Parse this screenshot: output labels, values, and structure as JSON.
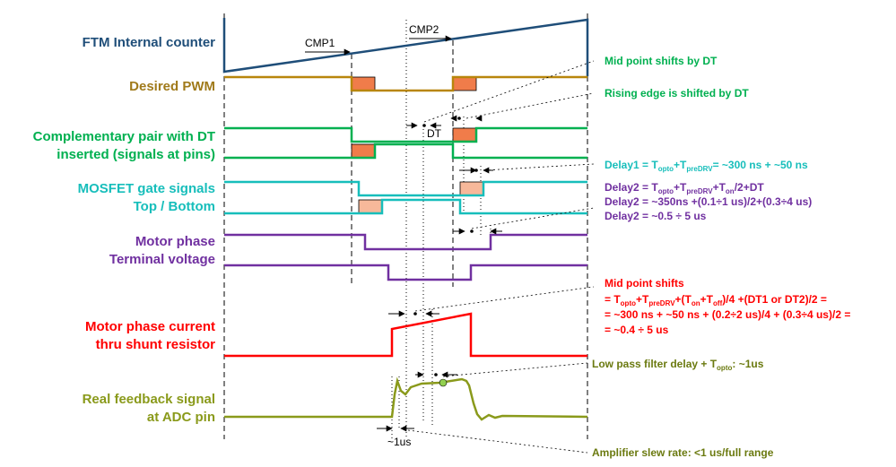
{
  "signals": [
    {
      "lines": [
        "FTM Internal counter"
      ],
      "color": "#1f4e79"
    },
    {
      "lines": [
        "Desired PWM"
      ],
      "color": "#a07a1a"
    },
    {
      "lines": [
        "Complementary pair with DT",
        "inserted (signals at pins)"
      ],
      "color": "#00b050"
    },
    {
      "lines": [
        "MOSFET gate signals",
        "Top / Bottom"
      ],
      "color": "#17bebb"
    },
    {
      "lines": [
        "Motor phase",
        "Terminal voltage"
      ],
      "color": "#7030a0"
    },
    {
      "lines": [
        "Motor phase current",
        "thru shunt resistor"
      ],
      "color": "#ff0000"
    },
    {
      "lines": [
        "Real feedback signal",
        "at ADC pin"
      ],
      "color": "#8a9a1b"
    }
  ],
  "markers": {
    "cmp1": "CMP1",
    "cmp2": "CMP2",
    "dt": "DT",
    "one_us": "~1us"
  },
  "notes": {
    "mid_shift_dt": "Mid point shifts by DT",
    "rising_shift_dt": "Rising edge is shifted by DT",
    "delay1": {
      "a": "Delay1 = T",
      "b": "opto",
      "c": "+T",
      "d": "preDRV",
      "e": "= ~300 ns + ~50 ns"
    },
    "delay2_l1": {
      "a": "Delay2 = T",
      "b": "opto",
      "c": "+T",
      "d": "preDRV",
      "e": "+T",
      "f": "on",
      "g": "/2+DT"
    },
    "delay2_l2": "Delay2 = ~350ns +(0.1÷1 us)/2+(0.3÷4 us)",
    "delay2_l3": "Delay2 = ~0.5 ÷ 5 us",
    "mid_shifts": {
      "title": "Mid point shifts",
      "l1": {
        "a": "= T",
        "b": "opto",
        "c": "+T",
        "d": "preDRV",
        "e": "+(T",
        "f": "on",
        "g": "+T",
        "h": "off",
        "i": ")/4 +(DT1 or DT2)/2 ="
      },
      "l2": "= ~300 ns + ~50 ns + (0.2÷2 us)/4 + (0.3÷4 us)/2 =",
      "l3": "= ~0.4 ÷ 5 us"
    },
    "lpf": {
      "a": "Low pass filter delay + T",
      "b": "opto",
      "c": ": ~1us"
    },
    "slew": "Amplifier slew rate: <1 us/full range"
  },
  "colors": {
    "counter": "#1f4e79",
    "pwm": "#a07a1a",
    "comp": "#00b050",
    "gate": "#17bebb",
    "phase": "#7030a0",
    "current": "#ff0000",
    "feedback": "#8a9a1b",
    "dt_fill": "#f07c4a",
    "gate_fill": "#f7b89a",
    "note_green": "#00b050",
    "note_cyan": "#17bebb",
    "note_purple": "#7030a0",
    "note_red": "#ff0000",
    "note_olive": "#6b7a10",
    "dot": "#92d050"
  }
}
